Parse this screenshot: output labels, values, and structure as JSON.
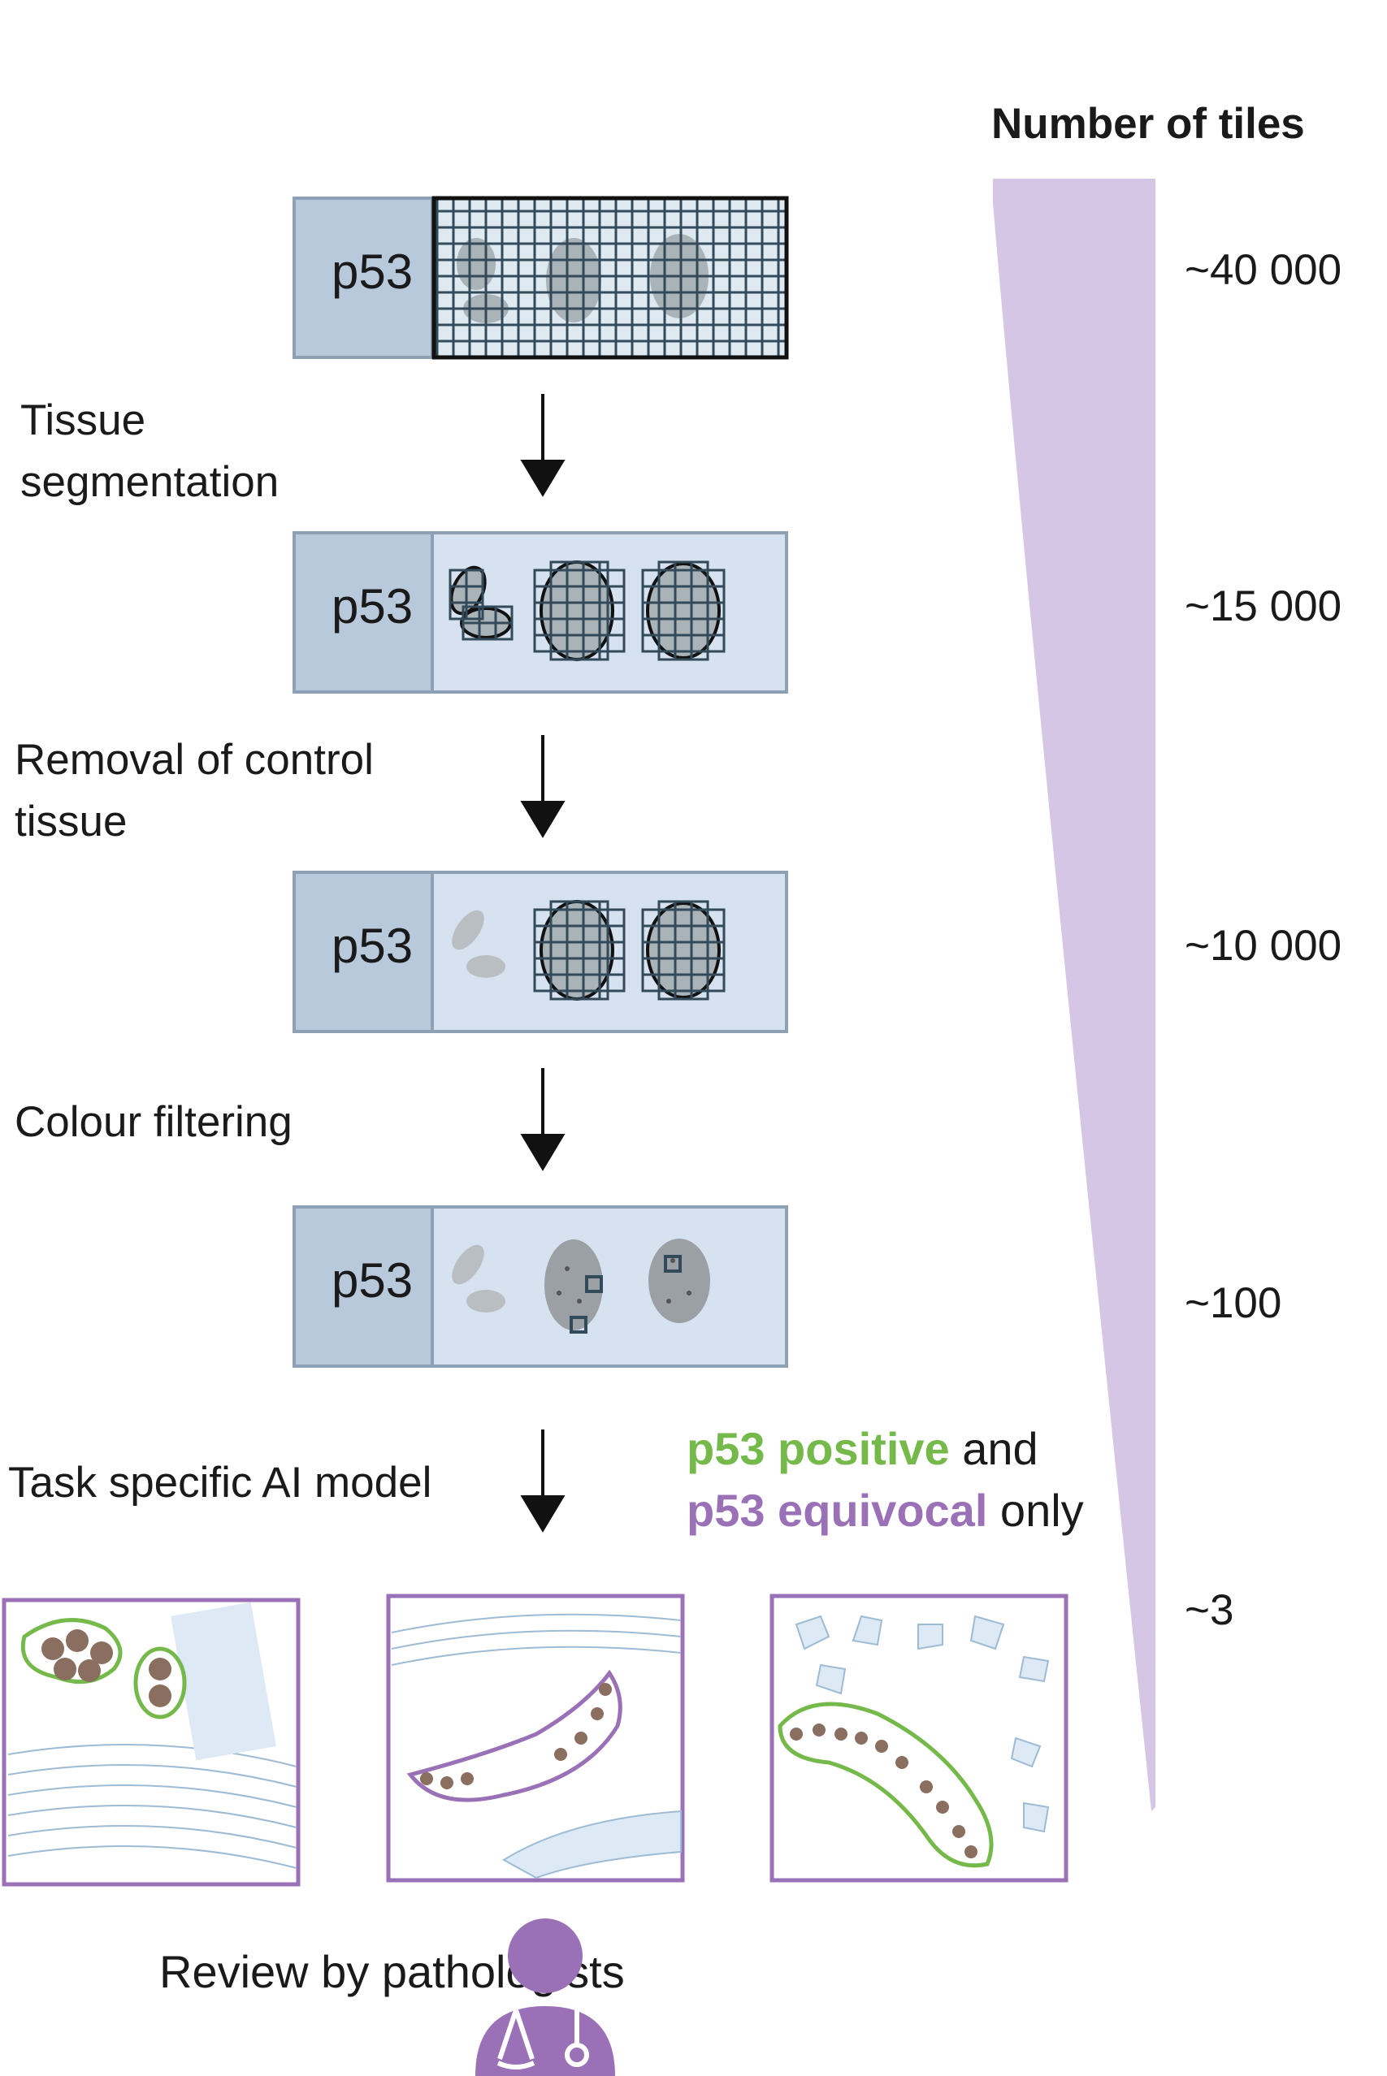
{
  "tiles_title": "Number of tiles",
  "slide_label": "p53",
  "steps": [
    {
      "label": "Tissue\nsegmentation"
    },
    {
      "label": "Removal of control\ntissue"
    },
    {
      "label": "Colour filtering"
    },
    {
      "label": "Task specific AI model"
    }
  ],
  "tile_counts": [
    "~40 000",
    "~15 000",
    "~10 000",
    "~100",
    "~3"
  ],
  "legend": {
    "positive": "p53 positive",
    "and": " and",
    "equivocal": "p53 equivocal",
    "only": " only"
  },
  "review_label": "Review by\npathologists",
  "colors": {
    "purple": "#9a71b7",
    "green": "#74b94a",
    "wedge": "#d6c6e6",
    "slide": "#d6e2ef",
    "slide_label_bg": "#b9c9dc",
    "tile": "#324a5a"
  }
}
